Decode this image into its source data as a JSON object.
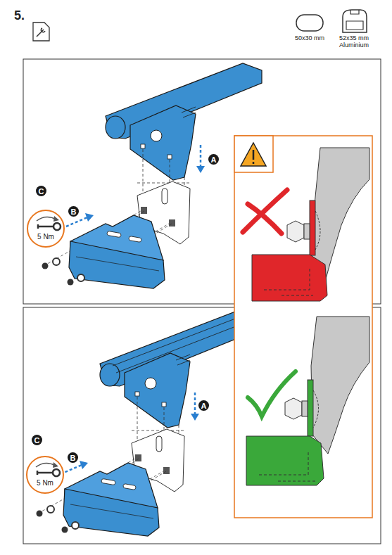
{
  "diagram": {
    "nodes": [
      {
        "text": [
          "C"
        ]
      },
      {
        "text": [
          "5 Nm"
        ]
      },
      {
        "text": [
          "B"
        ]
      },
      {
        "text": [
          "A"
        ]
      },
      {
        "text": [
          "C"
        ]
      },
      {
        "text": [
          "5 Nm"
        ]
      },
      {
        "text": [
          "B"
        ]
      },
      {
        "text": [
          "A"
        ]
      }
    ],
    "labels": [
      "5.",
      "50x30 mm",
      "52x35 mm Aluminium"
    ]
  }
}
